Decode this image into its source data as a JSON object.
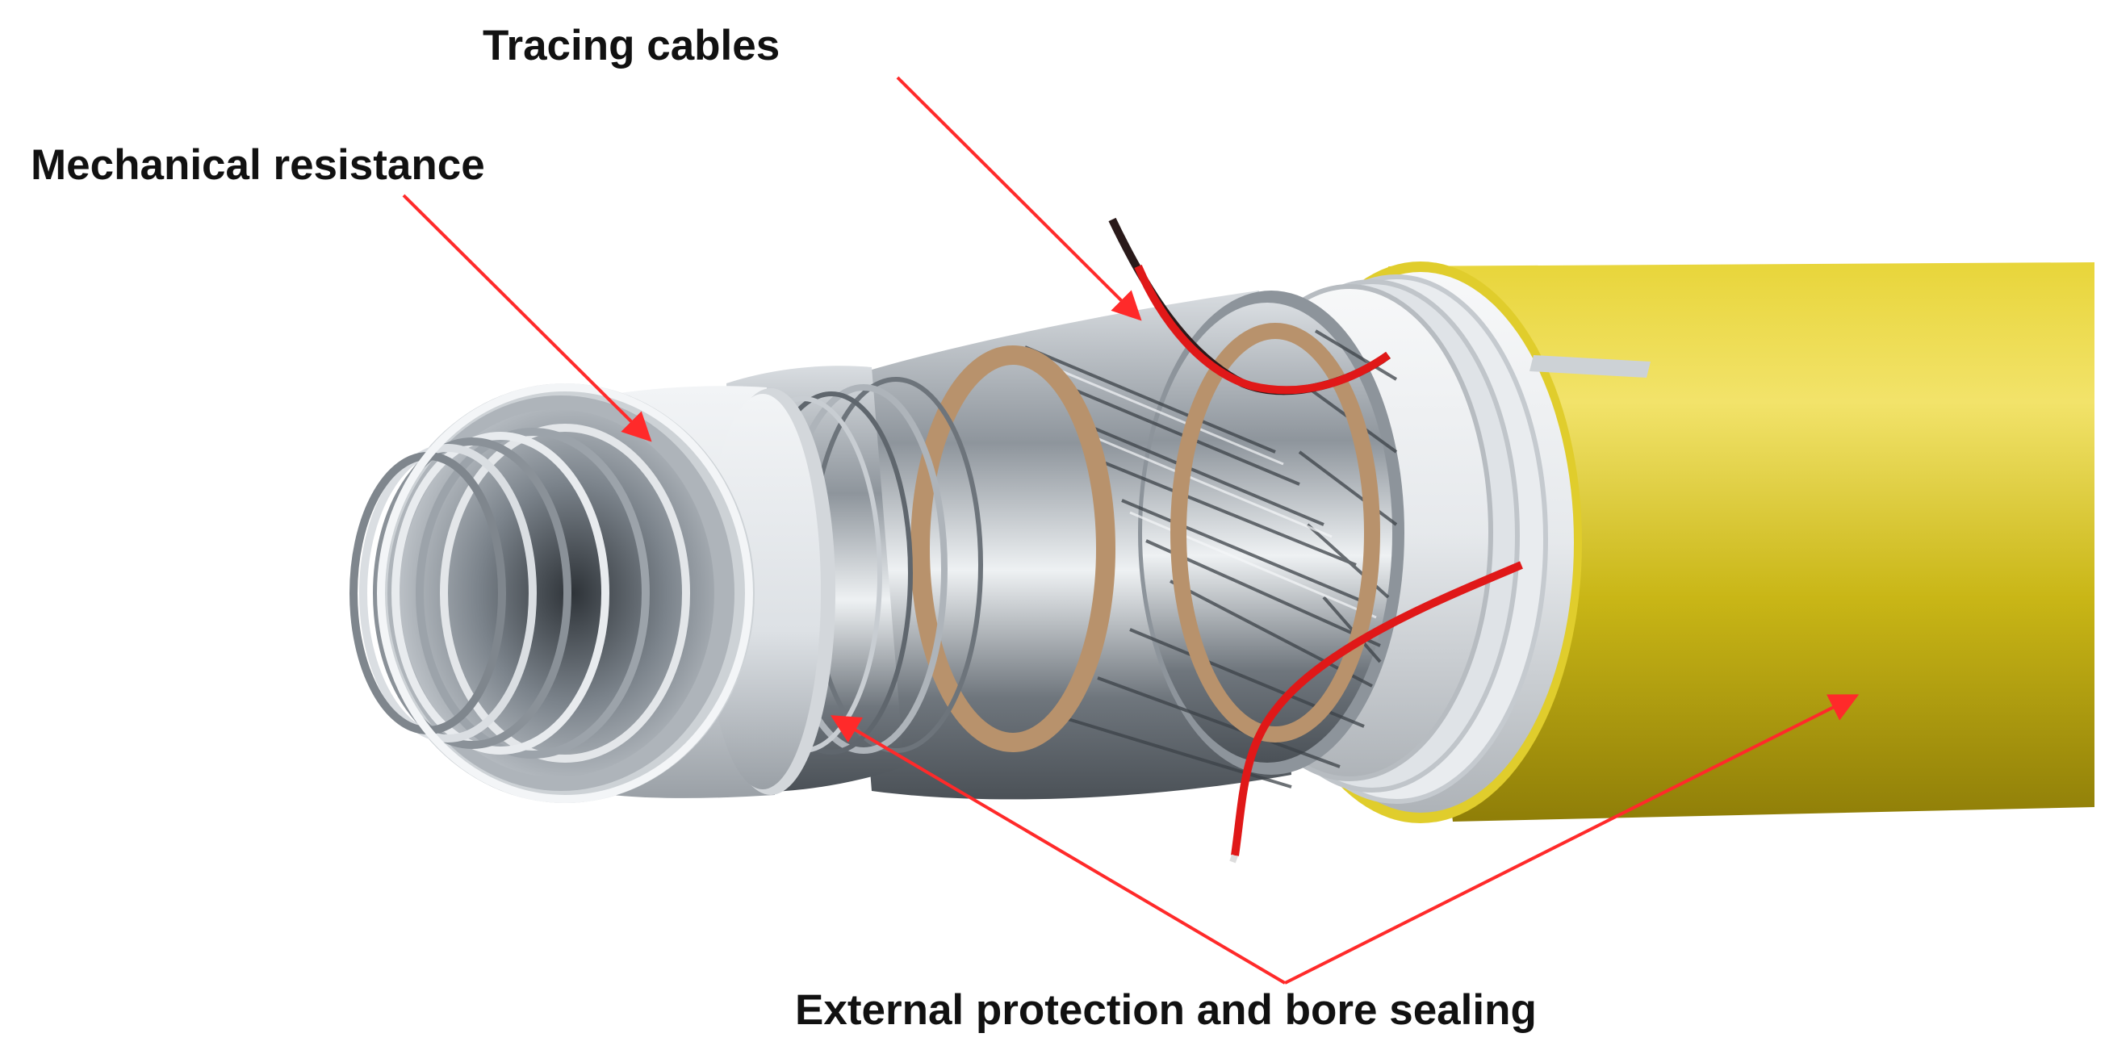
{
  "labels": {
    "tracing_cables": "Tracing cables",
    "mechanical_resistance": "Mechanical resistance",
    "external_protection": "External protection and bore sealing"
  },
  "colors": {
    "background": "#ffffff",
    "arrow": "#ff2a2a",
    "outer_jacket": "#d9c41a",
    "cable_red": "#e01818",
    "steel": "#b9bec4",
    "white_layer": "#eef0f2",
    "tape_brown": "#b8926c"
  }
}
